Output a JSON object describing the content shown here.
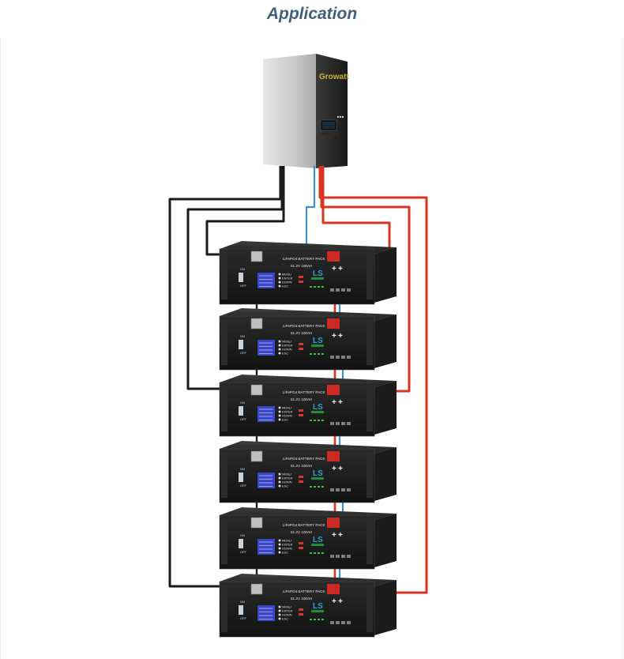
{
  "heading": "Application",
  "inverter": {
    "brand": "Growatt"
  },
  "battery": {
    "label": "LiFePO4 BATTERY PACK",
    "rating": "51.2V 100AH",
    "on_label": "ON",
    "off_label": "OFF",
    "menu_items": [
      "MENU",
      "ENTER",
      "DOWN",
      "ESC"
    ],
    "logo": "LS",
    "pos_symbol": "+",
    "count": 6
  },
  "colors": {
    "positive_cable": "#d8341f",
    "negative_cable": "#1a1a1a",
    "comm_cable": "#3a8fd6",
    "heading": "#3f5f7c"
  }
}
